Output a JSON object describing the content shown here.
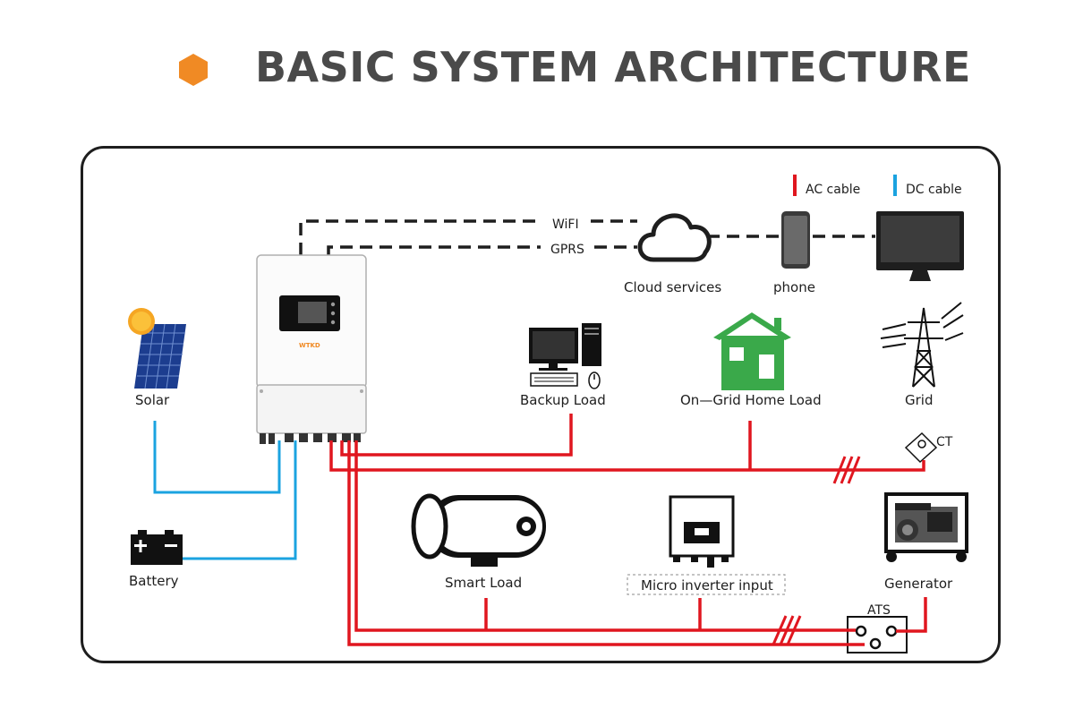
{
  "title": "BASIC SYSTEM ARCHITECTURE",
  "colors": {
    "accent": "#f08a24",
    "ac_cable": "#e0161f",
    "dc_cable": "#1ba3e0",
    "frame": "#1e1e1e",
    "house_green": "#3aa94a"
  },
  "legend": {
    "ac": "AC  cable",
    "dc": "DC  cable"
  },
  "comm": {
    "wifi": "WiFI",
    "gprs": "GPRS"
  },
  "nodes": {
    "cloud": "Cloud services",
    "phone": "phone",
    "solar": "Solar",
    "battery": "Battery",
    "backup_load": "Backup Load",
    "on_grid": "On—Grid Home Load",
    "grid": "Grid",
    "ct": "CT",
    "smart_load": "Smart Load",
    "micro_inverter": "Micro inverter input",
    "generator": "Generator",
    "ats": "ATS",
    "inverter_brand": "WTKD"
  },
  "icons": [
    "hexagon-icon",
    "cloud-icon",
    "phone-icon",
    "monitor-icon",
    "solar-panel-icon",
    "battery-icon",
    "desktop-computer-icon",
    "house-icon",
    "transmission-tower-icon",
    "ct-clamp-icon",
    "water-heater-icon",
    "micro-inverter-icon",
    "generator-icon",
    "ats-switch-icon",
    "hybrid-inverter-icon"
  ]
}
